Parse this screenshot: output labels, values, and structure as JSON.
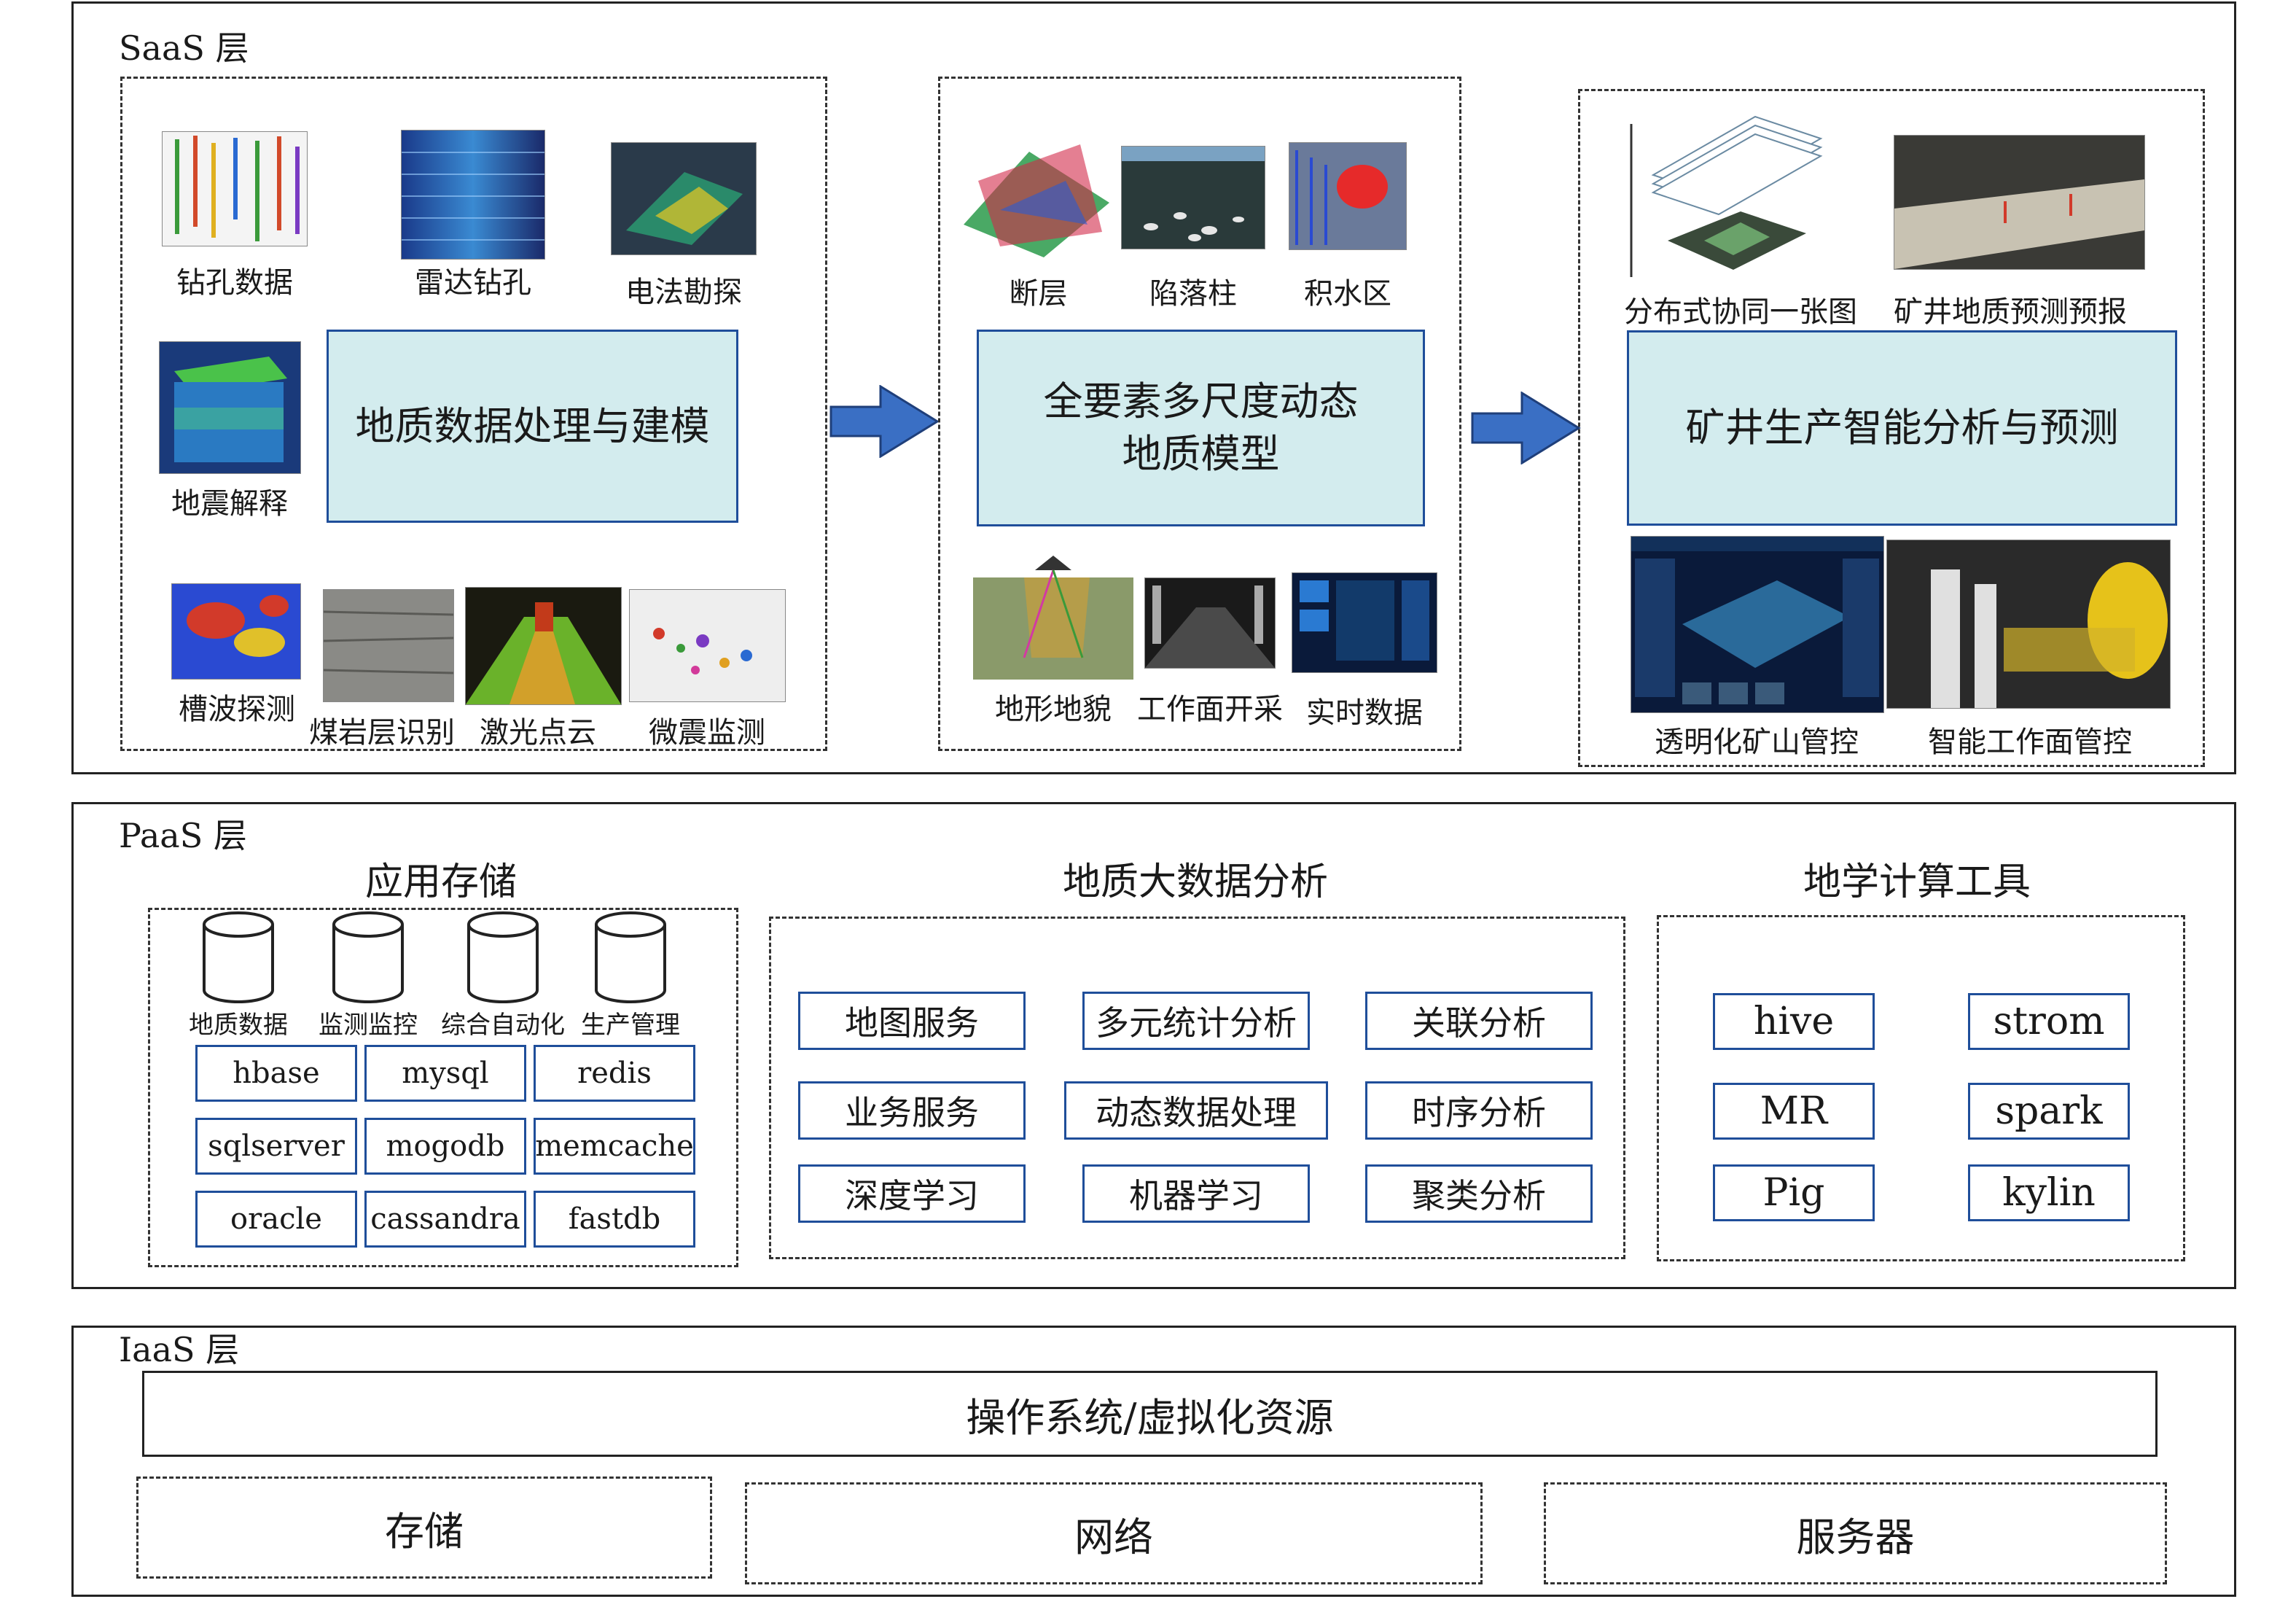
{
  "saas": {
    "title": "SaaS 层",
    "group1": {
      "core": "地质数据处理与建模",
      "items": [
        "钻孔数据",
        "雷达钻孔",
        "电法勘探",
        "地震解释",
        "槽波探测",
        "煤岩层识别",
        "激光点云",
        "微震监测"
      ]
    },
    "group2": {
      "core_line1": "全要素多尺度动态",
      "core_line2": "地质模型",
      "items": [
        "断层",
        "陷落柱",
        "积水区",
        "地形地貌",
        "工作面开采",
        "实时数据"
      ]
    },
    "group3": {
      "core": "矿井生产智能分析与预测",
      "items": [
        "分布式协同一张图",
        "矿井地质预测预报",
        "透明化矿山管控",
        "智能工作面管控"
      ]
    }
  },
  "paas": {
    "title": "PaaS 层",
    "storage": {
      "title": "应用存储",
      "dbs": [
        "地质数据",
        "监测监控",
        "综合自动化",
        "生产管理"
      ],
      "engines": [
        [
          "hbase",
          "mysql",
          "redis"
        ],
        [
          "sqlserver",
          "mogodb",
          "memcache"
        ],
        [
          "oracle",
          "cassandra",
          "fastdb"
        ]
      ]
    },
    "analysis": {
      "title": "地质大数据分析",
      "rows": [
        [
          "地图服务",
          "多元统计分析",
          "关联分析"
        ],
        [
          "业务服务",
          "动态数据处理",
          "时序分析"
        ],
        [
          "深度学习",
          "机器学习",
          "聚类分析"
        ]
      ]
    },
    "tools": {
      "title": "地学计算工具",
      "rows": [
        [
          "hive",
          "strom"
        ],
        [
          "MR",
          "spark"
        ],
        [
          "Pig",
          "kylin"
        ]
      ]
    }
  },
  "iaas": {
    "title": "IaaS 层",
    "os": "操作系统/虚拟化资源",
    "resources": [
      "存储",
      "网络",
      "服务器"
    ]
  },
  "colors": {
    "core_fill": "#d3ecee",
    "box_border": "#1f4e9a",
    "arrow": "#3a6fc4"
  }
}
